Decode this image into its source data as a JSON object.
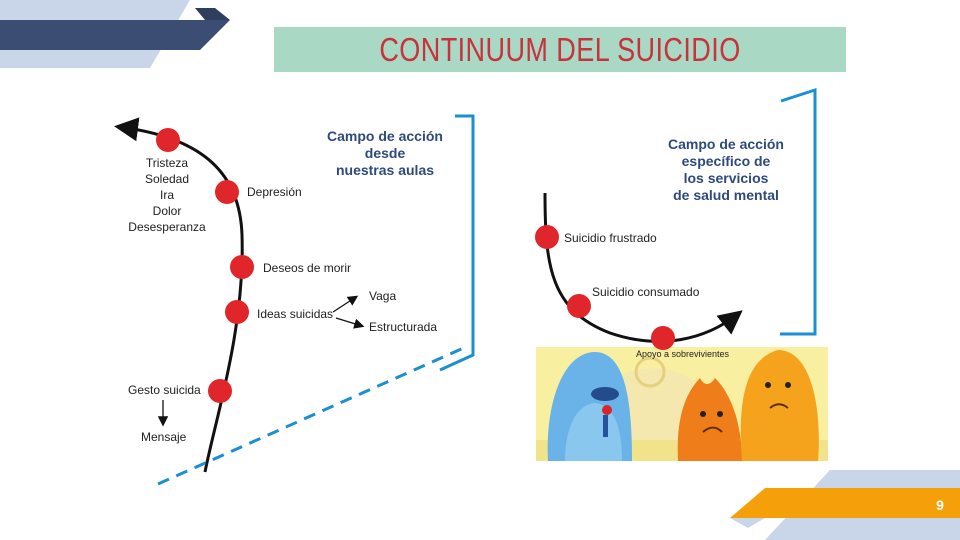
{
  "title": "CONTINUUM DEL SUICIDIO",
  "page_number": "9",
  "colors": {
    "title_bg": "#a9d9c5",
    "title_text": "#c8323d",
    "dot": "#e0262b",
    "heading": "#2e4a7d",
    "bracket": "#1a8fd1",
    "dark_band": "#3c4d73",
    "light_band": "#c9d6ea",
    "orange": "#f5a00a",
    "illustration_bg": "#f8f0a0"
  },
  "left": {
    "heading": [
      "Campo de acción",
      "desde",
      "nuestras aulas"
    ],
    "emotions": [
      "Tristeza",
      "Soledad",
      "Ira",
      "Dolor",
      "Desesperanza"
    ],
    "depresion": "Depresión",
    "deseos": "Deseos de morir",
    "ideas": "Ideas suicidas",
    "vaga": "Vaga",
    "estructurada": "Estructurada",
    "gesto": "Gesto suicida",
    "mensaje": "Mensaje"
  },
  "right": {
    "heading": [
      "Campo de acción",
      "específico de",
      "los servicios",
      "de salud mental"
    ],
    "frustrado": "Suicidio frustrado",
    "consumado": "Suicidio consumado",
    "apoyo": "Apoyo a sobrevivientes"
  },
  "icons": [
    "arrow-icon",
    "continuum-dot"
  ]
}
